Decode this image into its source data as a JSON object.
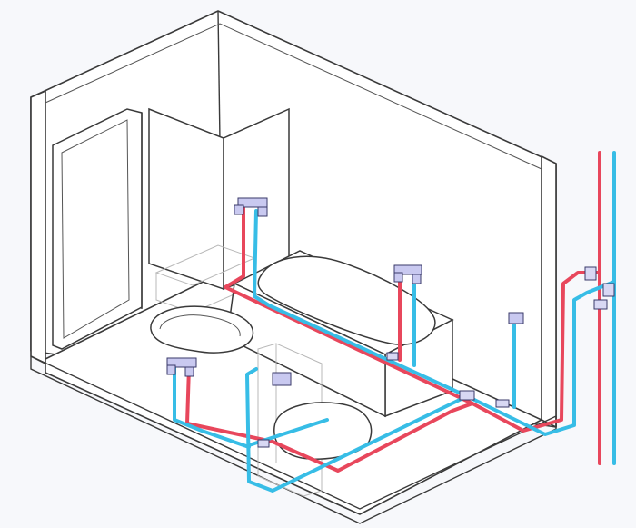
{
  "colors": {
    "hot_pipe": "#e8475c",
    "cold_pipe": "#37bde6",
    "walls": "#3a3a3a",
    "fittings": "#c9c9f0"
  },
  "fixtures": [
    "sink",
    "bathtub",
    "shower-mixer",
    "toilet",
    "washbasin",
    "water-risers"
  ],
  "icons": [
    "mixer-tap-icon",
    "valve-icon",
    "riser-manifold-icon"
  ]
}
